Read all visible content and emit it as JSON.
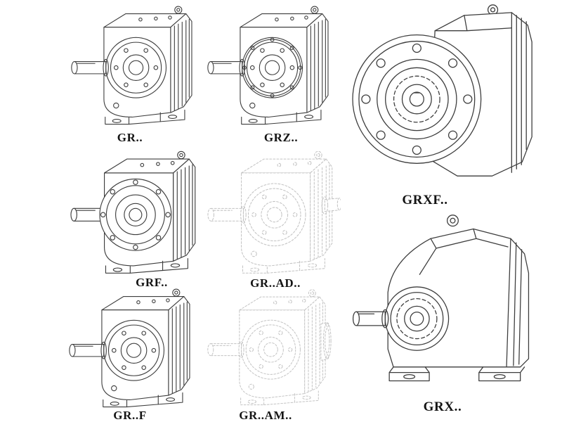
{
  "page": {
    "background": "#ffffff"
  },
  "colors": {
    "line": "#3d3d3d",
    "ghost": "#c3c3c3",
    "label": "#141414"
  },
  "figures": [
    {
      "id": "gr",
      "label": "GR..",
      "style": "solid"
    },
    {
      "id": "grz",
      "label": "GRZ..",
      "style": "solid"
    },
    {
      "id": "grxf",
      "label": "GRXF..",
      "style": "solid"
    },
    {
      "id": "grf",
      "label": "GRF..",
      "style": "solid"
    },
    {
      "id": "grad",
      "label": "GR..AD..",
      "style": "ghost"
    },
    {
      "id": "grx",
      "label": "GRX..",
      "style": "solid"
    },
    {
      "id": "grff",
      "label": "GR..F",
      "style": "solid"
    },
    {
      "id": "gram",
      "label": "GR..AM..",
      "style": "ghost"
    }
  ]
}
